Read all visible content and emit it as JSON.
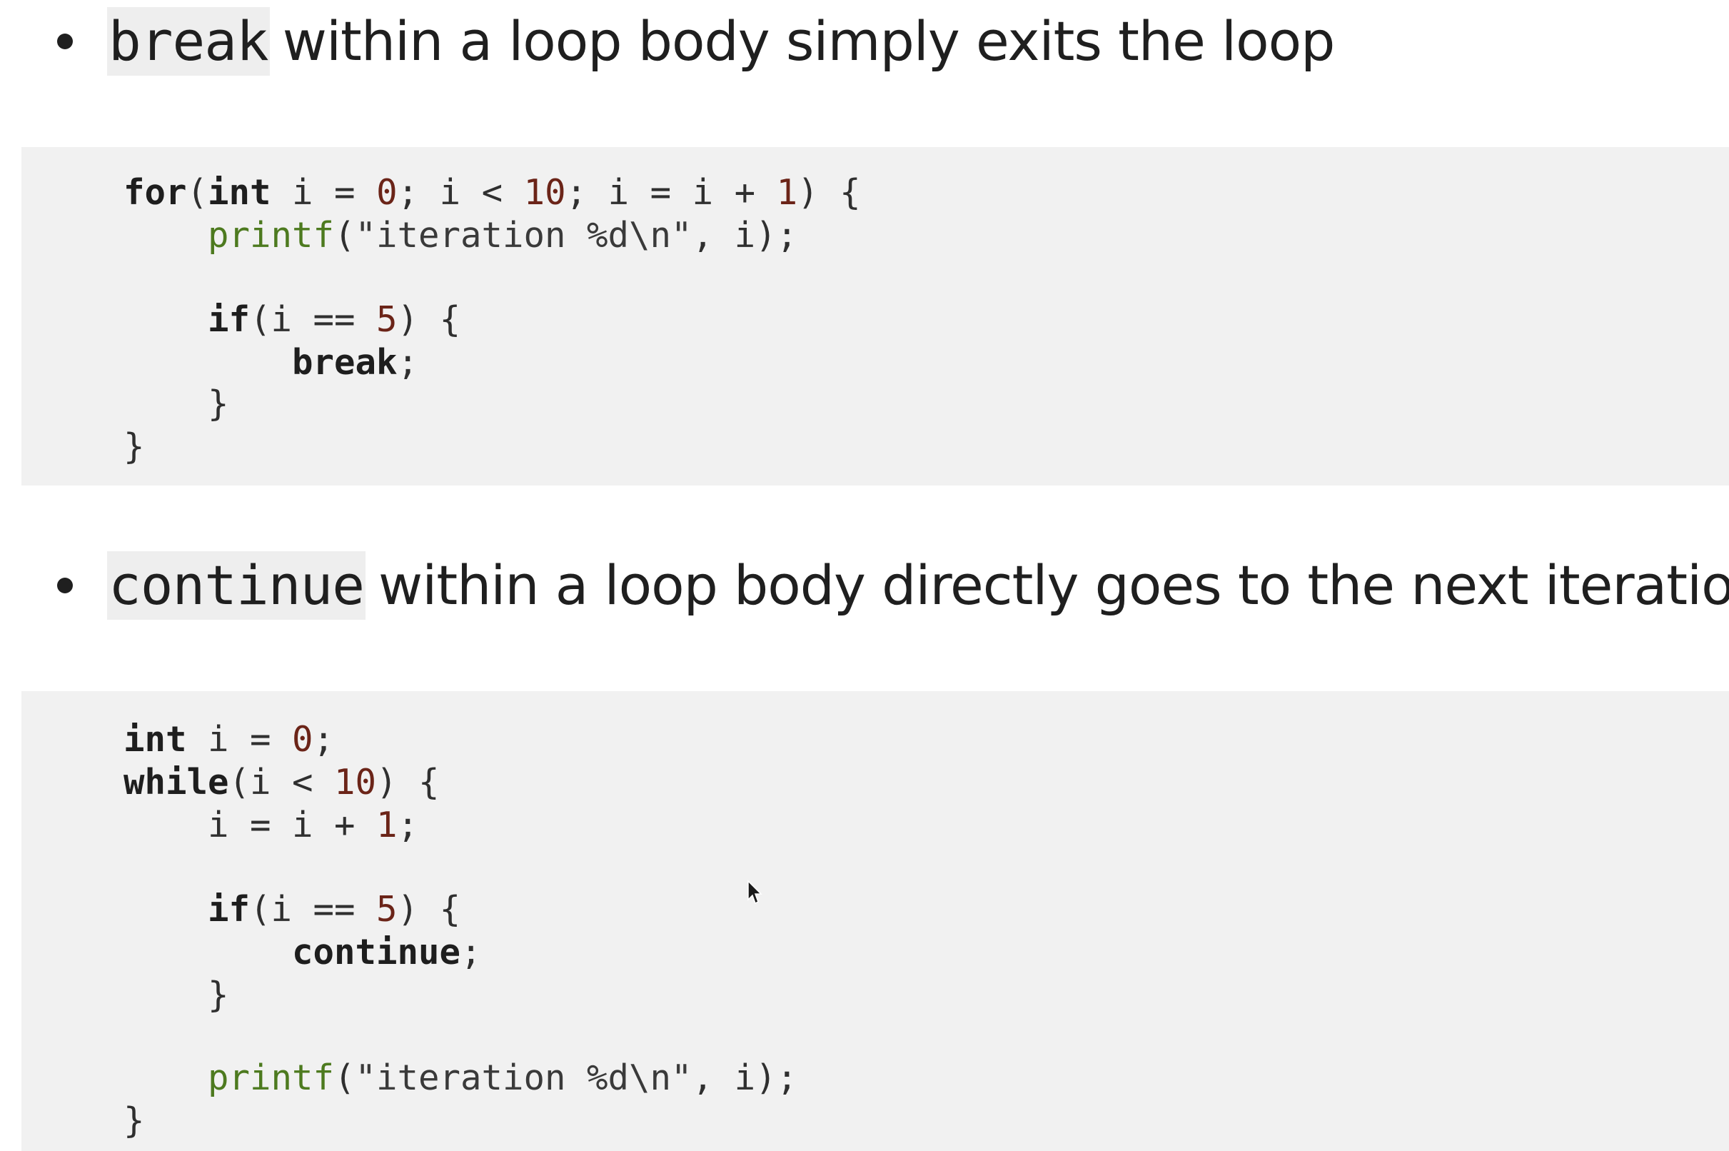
{
  "bullets": [
    {
      "code": "break",
      "text": "within a loop body simply exits the loop"
    },
    {
      "code": "continue",
      "text": "within a loop body directly goes to the next iteration"
    }
  ],
  "code_blocks": [
    {
      "lines": [
        [
          [
            "kw",
            "for"
          ],
          [
            "plain",
            "("
          ],
          [
            "kw",
            "int"
          ],
          [
            "plain",
            " i = "
          ],
          [
            "num",
            "0"
          ],
          [
            "plain",
            "; i < "
          ],
          [
            "num",
            "10"
          ],
          [
            "plain",
            "; i = i + "
          ],
          [
            "num",
            "1"
          ],
          [
            "plain",
            ") {"
          ]
        ],
        [
          [
            "plain",
            "    "
          ],
          [
            "fn",
            "printf"
          ],
          [
            "plain",
            "("
          ],
          [
            "str",
            "\"iteration %d\\n\""
          ],
          [
            "plain",
            ", i);"
          ]
        ],
        [],
        [
          [
            "plain",
            "    "
          ],
          [
            "kw",
            "if"
          ],
          [
            "plain",
            "(i == "
          ],
          [
            "num",
            "5"
          ],
          [
            "plain",
            ") {"
          ]
        ],
        [
          [
            "plain",
            "        "
          ],
          [
            "kw",
            "break"
          ],
          [
            "plain",
            ";"
          ]
        ],
        [
          [
            "plain",
            "    }"
          ]
        ],
        [
          [
            "plain",
            "}"
          ]
        ]
      ]
    },
    {
      "lines": [
        [
          [
            "kw",
            "int"
          ],
          [
            "plain",
            " i = "
          ],
          [
            "num",
            "0"
          ],
          [
            "plain",
            ";"
          ]
        ],
        [
          [
            "kw",
            "while"
          ],
          [
            "plain",
            "(i < "
          ],
          [
            "num",
            "10"
          ],
          [
            "plain",
            ") {"
          ]
        ],
        [
          [
            "plain",
            "    i = i + "
          ],
          [
            "num",
            "1"
          ],
          [
            "plain",
            ";"
          ]
        ],
        [],
        [
          [
            "plain",
            "    "
          ],
          [
            "kw",
            "if"
          ],
          [
            "plain",
            "(i == "
          ],
          [
            "num",
            "5"
          ],
          [
            "plain",
            ") {"
          ]
        ],
        [
          [
            "plain",
            "        "
          ],
          [
            "kw",
            "continue"
          ],
          [
            "plain",
            ";"
          ]
        ],
        [
          [
            "plain",
            "    }"
          ]
        ],
        [],
        [
          [
            "plain",
            "    "
          ],
          [
            "fn",
            "printf"
          ],
          [
            "plain",
            "("
          ],
          [
            "str",
            "\"iteration %d\\n\""
          ],
          [
            "plain",
            ", i);"
          ]
        ],
        [
          [
            "plain",
            "}"
          ]
        ]
      ]
    }
  ],
  "colors": {
    "code_background": "#f1f1f1",
    "keyword": "#1e1e1e",
    "number": "#6b2418",
    "function": "#4d7a1f"
  }
}
